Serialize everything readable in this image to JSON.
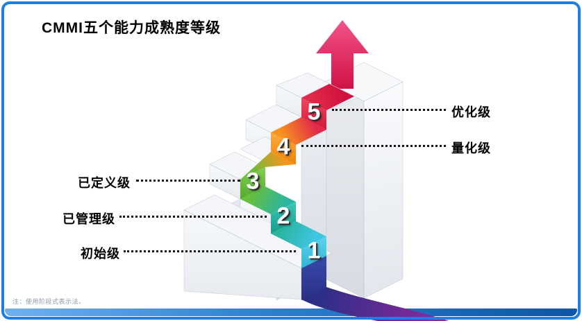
{
  "slide": {
    "title": "CMMI五个能力成熟度等级",
    "note": "注：使用阶段式表示法。"
  },
  "levels": [
    {
      "num": "1",
      "label": "初始级",
      "side": "left"
    },
    {
      "num": "2",
      "label": "已管理级",
      "side": "left"
    },
    {
      "num": "3",
      "label": "已定义级",
      "side": "left"
    },
    {
      "num": "4",
      "label": "量化级",
      "side": "right"
    },
    {
      "num": "5",
      "label": "优化级",
      "side": "right"
    }
  ],
  "colors": {
    "frame_blue": "#1b7fe4",
    "bottom_bar_left": "#6fb1ef",
    "bottom_bar_right": "#0d55a8",
    "level1_cyan": "#3fc6e4",
    "level2_teal": "#2ab5a3",
    "level3_green": "#66bf3d",
    "level4_orange": "#f7941d",
    "level5_red": "#e12a49",
    "arrow_pink": "#e8195c",
    "ribbon_purple": "#93279f"
  }
}
